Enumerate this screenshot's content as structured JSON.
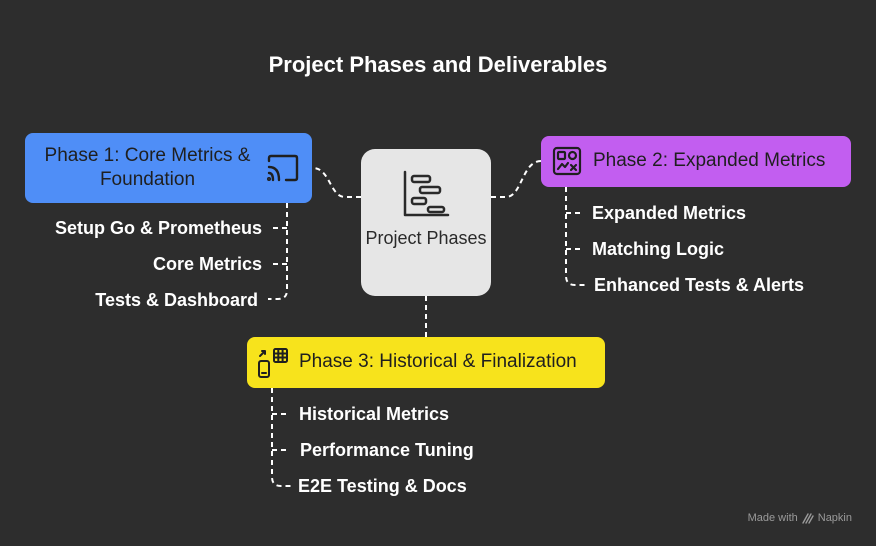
{
  "title": "Project Phases and Deliverables",
  "center": {
    "label": "Project Phases",
    "icon": "gantt-chart-icon"
  },
  "phases": [
    {
      "label": "Phase 1: Core Metrics & Foundation",
      "color": "#4f8ef7",
      "icon": "cast-icon",
      "items": [
        "Setup Go & Prometheus",
        "Core Metrics",
        "Tests & Dashboard"
      ]
    },
    {
      "label": "Phase 2: Expanded Metrics",
      "color": "#c25ef0",
      "icon": "dashboard-widgets-icon",
      "items": [
        "Expanded Metrics",
        "Matching Logic",
        "Enhanced Tests & Alerts"
      ]
    },
    {
      "label": "Phase 3: Historical & Finalization",
      "color": "#f7e31c",
      "icon": "device-calculator-icon",
      "items": [
        "Historical Metrics",
        "Performance Tuning",
        "E2E Testing & Docs"
      ]
    }
  ],
  "footer": {
    "text": "Made with",
    "brand": "Napkin"
  },
  "colors": {
    "background": "#2d2d2d",
    "center": "#e6e6e6",
    "connector": "#ffffff"
  }
}
